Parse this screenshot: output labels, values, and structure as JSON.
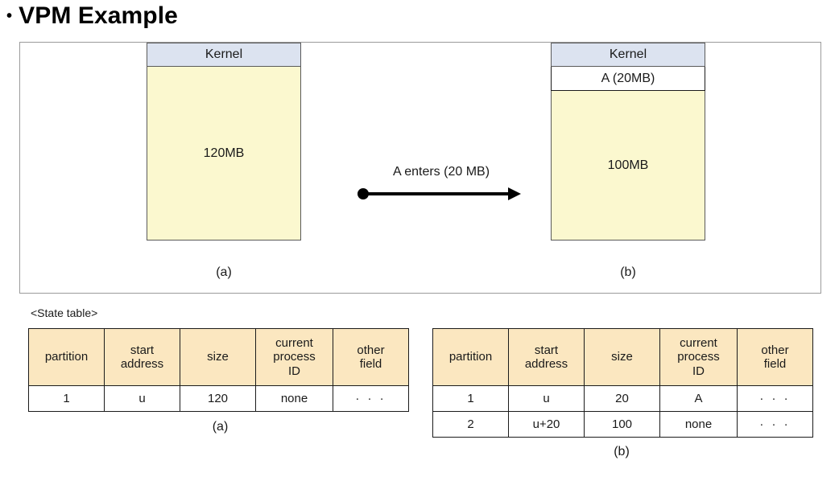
{
  "slide": {
    "bullet": "•",
    "title": "VPM Example"
  },
  "diagram": {
    "left": {
      "kernel_label": "Kernel",
      "free_label": "120MB",
      "caption": "(a)"
    },
    "right": {
      "kernel_label": "Kernel",
      "process_label": "A (20MB)",
      "free_label": "100MB",
      "caption": "(b)"
    },
    "arrow": {
      "label": "A enters (20 MB)"
    },
    "colors": {
      "kernel_fill": "#dce3f0",
      "free_fill": "#fbf8cf",
      "process_fill": "#ffffff",
      "block_border": "#5a5a5a",
      "panel_border": "#9b9b9b"
    }
  },
  "state_table": {
    "section_label": "<State table>",
    "columns": [
      "partition",
      "start\naddress",
      "size",
      "current\nprocess\nID",
      "other\nfield"
    ],
    "columns_display": {
      "partition": "partition",
      "start_address_line1": "start",
      "start_address_line2": "address",
      "size": "size",
      "pid_line1": "current",
      "pid_line2": "process",
      "pid_line3": "ID",
      "other_line1": "other",
      "other_line2": "field"
    },
    "header_fill": "#fbe7c0",
    "left": {
      "caption": "(a)",
      "rows": [
        {
          "partition": "1",
          "start_address": "u",
          "size": "120",
          "process_id": "none",
          "other": "· · ·"
        }
      ]
    },
    "right": {
      "caption": "(b)",
      "rows": [
        {
          "partition": "1",
          "start_address": "u",
          "size": "20",
          "process_id": "A",
          "other": "· · ·"
        },
        {
          "partition": "2",
          "start_address": "u+20",
          "size": "100",
          "process_id": "none",
          "other": "· · ·"
        }
      ]
    }
  }
}
